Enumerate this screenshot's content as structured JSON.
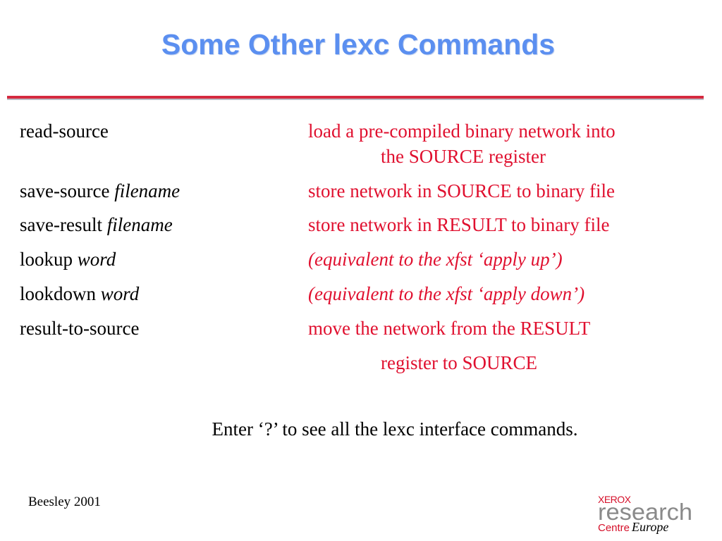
{
  "slide": {
    "title": "Some Other lexc Commands",
    "commands": [
      {
        "name": "read-source",
        "arg": "",
        "desc": "load a pre-compiled binary network into",
        "cont": "the SOURCE register"
      },
      {
        "name": "save-source",
        "arg": "filename",
        "desc": "store network in SOURCE to binary file"
      },
      {
        "name": "save-result",
        "arg": "filename",
        "desc": "store network in RESULT to binary file"
      },
      {
        "name": "lookup",
        "arg": "word",
        "desc": "(equivalent to the xfst ‘apply up’)"
      },
      {
        "name": "lookdown",
        "arg": "word",
        "desc": "(equivalent to the xfst ‘apply down’)"
      },
      {
        "name": "result-to-source",
        "arg": "",
        "desc": "move the network from the RESULT",
        "cont": "register to SOURCE"
      }
    ],
    "note": "Enter ‘?’ to see all the lexc interface commands.",
    "author": "Beesley 2001"
  },
  "logo": {
    "line1": "XEROX",
    "line2": "research",
    "line3a": "Centre",
    "line3b": "Europe"
  },
  "colors": {
    "title": "#5b8ff0",
    "rule": "#d52a3f",
    "description": "#e0102f",
    "logo_red": "#d5102a",
    "logo_gray": "#8a8a8a"
  }
}
